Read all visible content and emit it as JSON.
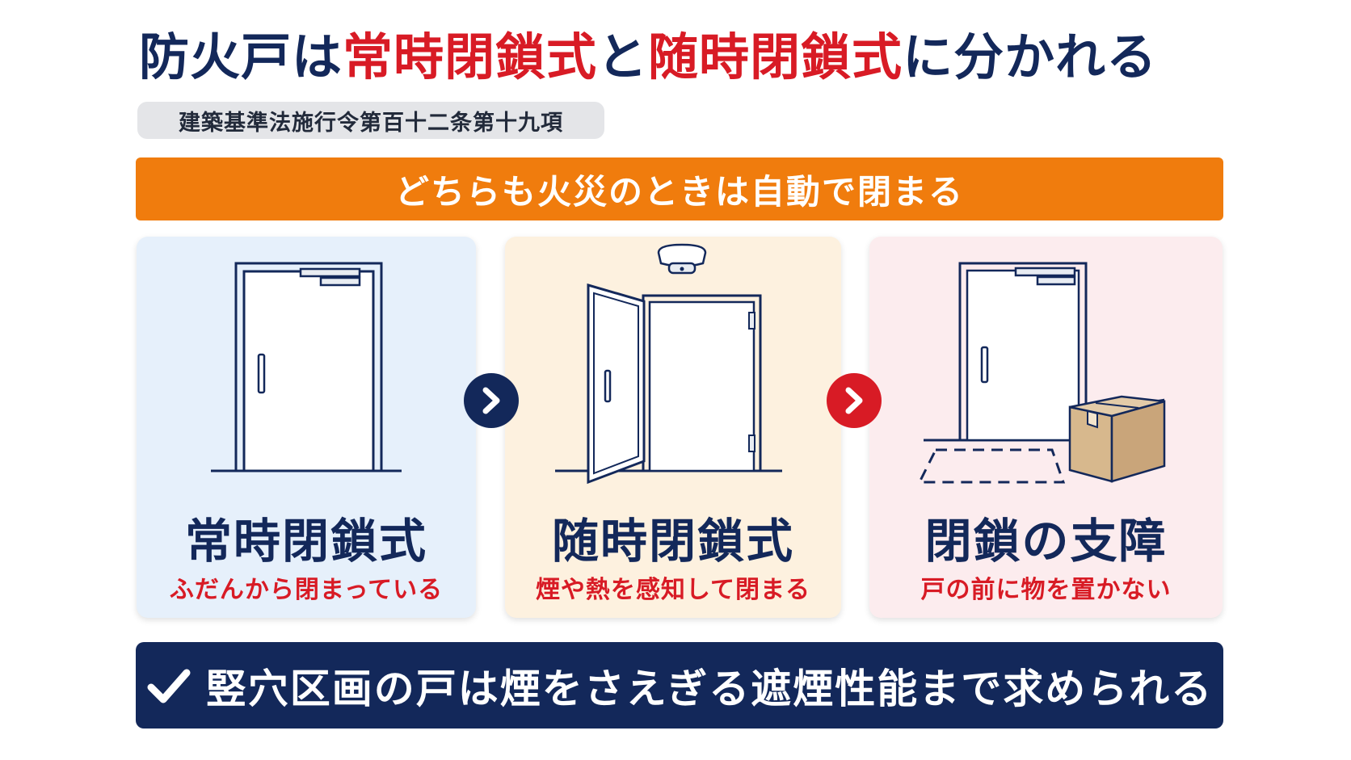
{
  "title": {
    "part1": "防火戸は",
    "part2": "常時閉鎖式",
    "part3": "と",
    "part4": "随時閉鎖式",
    "part5": "に分かれる"
  },
  "law_reference": "建築基準法施行令第百十二条第十九項",
  "banner_top": "どちらも火災のときは自動で閉まる",
  "cards": [
    {
      "title": "常時閉鎖式",
      "subtitle": "ふだんから閉まっている",
      "icon": "closed-door-with-closer-icon"
    },
    {
      "title": "随時閉鎖式",
      "subtitle": "煙や熱を感知して閉まる",
      "icon": "open-door-with-smoke-detector-icon"
    },
    {
      "title": "閉鎖の支障",
      "subtitle": "戸の前に物を置かない",
      "icon": "door-blocked-by-box-icon"
    }
  ],
  "banner_bottom": "竪穴区画の戸は煙をさえぎる遮煙性能まで求められる",
  "colors": {
    "navy": "#13285a",
    "red": "#d81b25",
    "orange": "#f07c0d",
    "card_blue": "#e6f0fb",
    "card_beige": "#fdf1df",
    "card_pink": "#fcecee"
  }
}
